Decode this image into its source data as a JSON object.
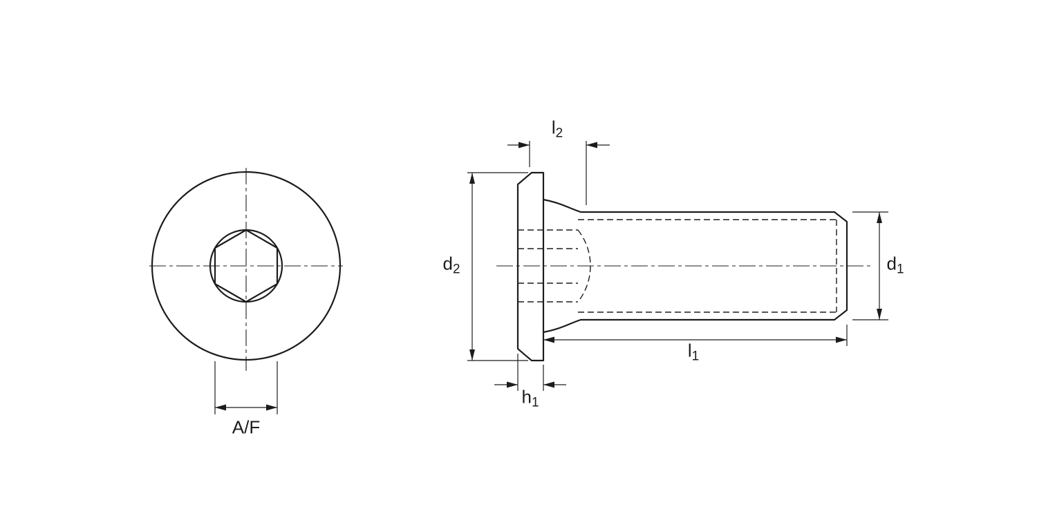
{
  "colors": {
    "line": "#1c1c1c",
    "background": "#ffffff"
  },
  "labels": {
    "l2": {
      "base": "l",
      "sub": "2"
    },
    "d2": {
      "base": "d",
      "sub": "2"
    },
    "d1": {
      "base": "d",
      "sub": "1"
    },
    "l1": {
      "base": "l",
      "sub": "1"
    },
    "h1": {
      "base": "h",
      "sub": "1"
    },
    "af": {
      "base": "A/F",
      "sub": ""
    }
  }
}
